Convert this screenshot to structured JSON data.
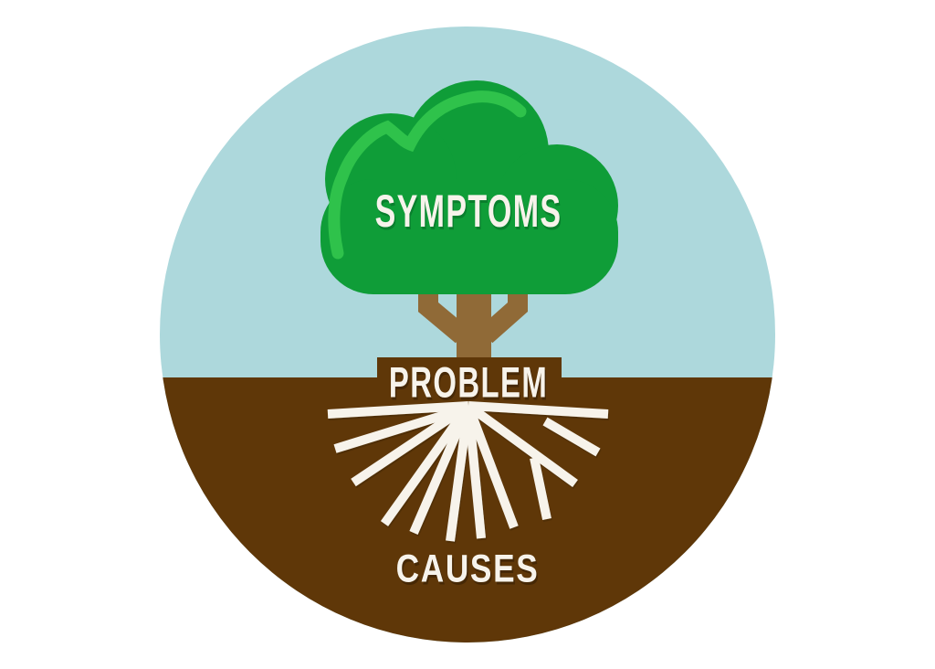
{
  "diagram": {
    "labels": {
      "canopy": "SYMPTOMS",
      "ground": "PROBLEM",
      "roots": "CAUSES"
    }
  },
  "colors": {
    "background": "#FFFFFF",
    "sky": "#ADD8DC",
    "soil": "#5F3708",
    "canopy_green": "#0F9D38",
    "canopy_highlight": "#2FC24B",
    "trunk_brown": "#906A37",
    "label_white": "#F7F3EB"
  }
}
